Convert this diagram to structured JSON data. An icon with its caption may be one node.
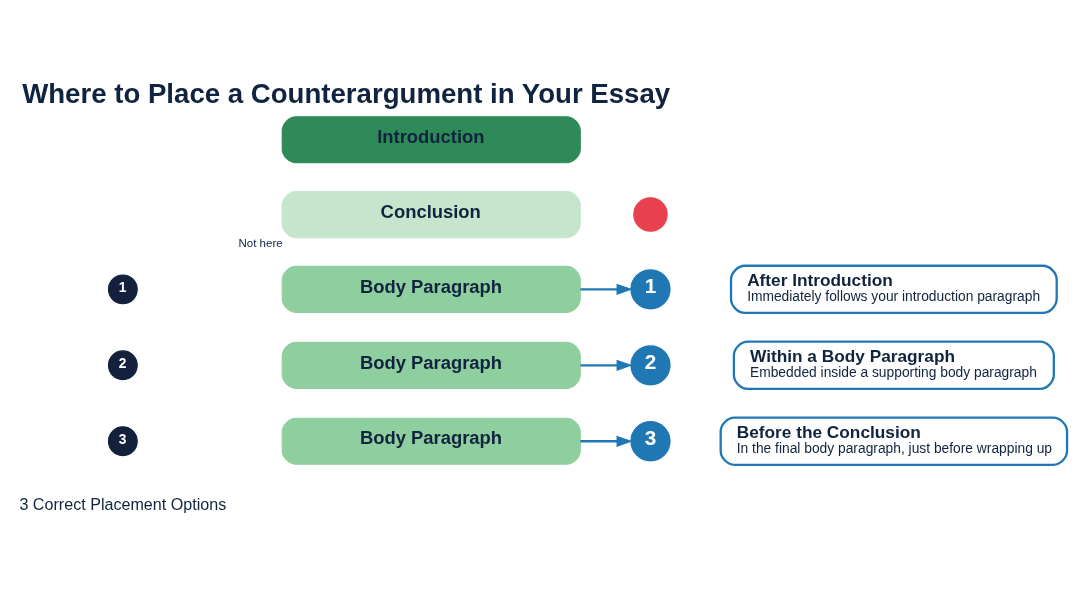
{
  "diagram": {
    "title": "Where to Place a Counterargument in Your Essay",
    "nodes": [
      {
        "text": [
          "Introduction"
        ]
      },
      {
        "text": [
          "1"
        ]
      },
      {
        "text": [
          "Body Paragraph"
        ]
      },
      {
        "text": [
          "2"
        ]
      },
      {
        "text": [
          "Body Paragraph"
        ]
      },
      {
        "text": [
          "3"
        ]
      },
      {
        "text": [
          "Body Paragraph"
        ]
      },
      {
        "text": [
          "Conclusion"
        ],
        "beside": [
          "Not here"
        ]
      },
      {
        "text": [],
        "shape": "circle"
      },
      {
        "text": [
          "1"
        ]
      },
      {
        "text": [
          "After Introduction",
          "Immediately follows your introduction paragraph"
        ]
      },
      {
        "text": [
          "2"
        ]
      },
      {
        "text": [
          "Within a Body Paragraph",
          "Embedded inside a supporting body paragraph"
        ]
      },
      {
        "text": [
          "3"
        ]
      },
      {
        "text": [
          "Before the Conclusion",
          "In the final body paragraph, just before wrapping up"
        ]
      }
    ],
    "edges": [
      {
        "from": 2,
        "to": 9,
        "arrow": "to"
      },
      {
        "from": 4,
        "to": 11,
        "arrow": "to"
      },
      {
        "from": 6,
        "to": 13,
        "arrow": "to"
      }
    ],
    "labels": [
      "3 Correct Placement Options"
    ]
  }
}
